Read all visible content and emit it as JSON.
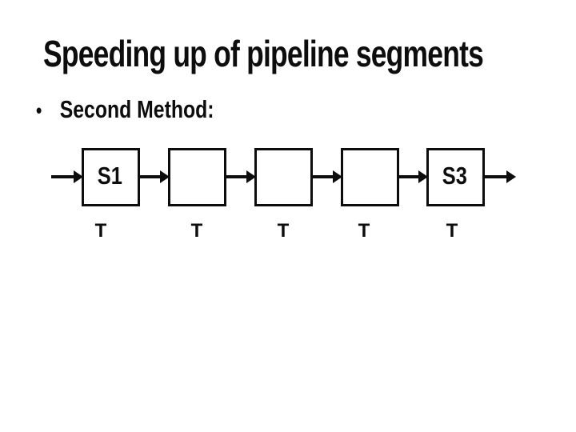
{
  "slide": {
    "title": "Speeding up of pipeline segments",
    "bullet": {
      "marker": "•",
      "text": "Second Method:"
    }
  },
  "diagram": {
    "boxes": [
      {
        "label": "S1"
      },
      {
        "label": ""
      },
      {
        "label": ""
      },
      {
        "label": ""
      },
      {
        "label": "S3"
      }
    ],
    "time_labels": [
      "T",
      "T",
      "T",
      "T",
      "T"
    ],
    "colors": {
      "ink": "#0d0d0d",
      "background": "#ffffff"
    }
  }
}
